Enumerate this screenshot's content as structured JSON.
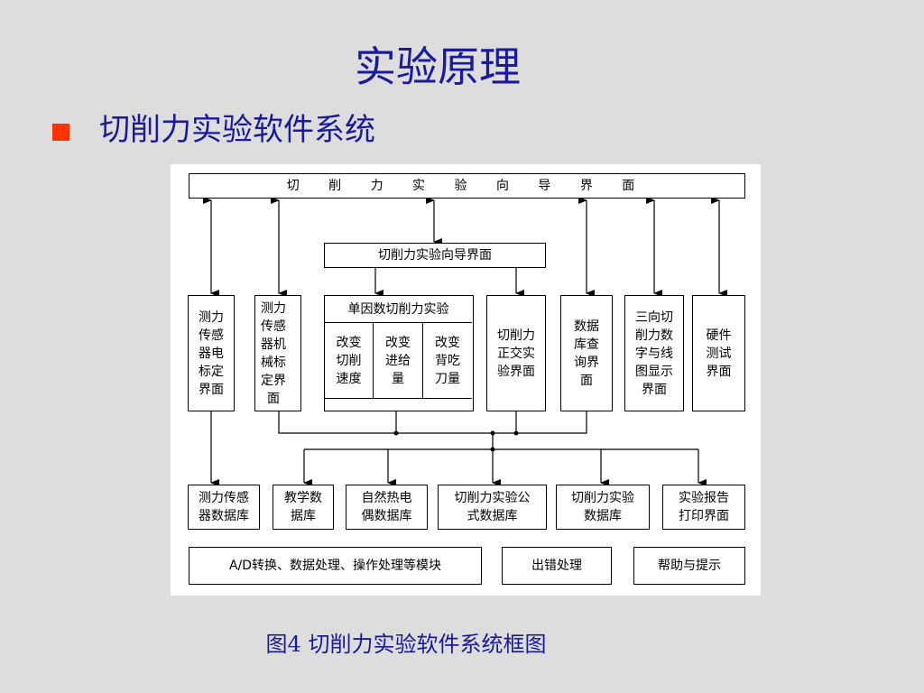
{
  "slide": {
    "title": "实验原理",
    "bullet": "切削力实验软件系统",
    "caption": "图4 切削力实验软件系统框图"
  },
  "diagram": {
    "top_bar": "切 削 力 实 验 向 导 界 面",
    "sub_wizard": "切削力实验向导界面",
    "modules": {
      "calibration": "测力\n传感\n器电\n标定\n界面",
      "mechanical": "测力\n传感\n器机\n械标\n定界\n面",
      "single_factor": {
        "title": "单因数切削力实验",
        "speed": "改变\n切削\n速度",
        "feed": "改变\n进给\n量",
        "depth": "改变\n背吃\n刀量"
      },
      "orthogonal": "切削力\n正交实\n验界面",
      "db_query": "数据\n库查\n询界\n面",
      "graph_display": "三向切\n削力数\n字与线\n图显示\n界面",
      "hardware_test": "硬件\n测试\n界面"
    },
    "databases": {
      "sensor_db": "测力传感\n器数据库",
      "teaching_db": "教学数\n据库",
      "thermo_db": "自然热电\n偶数据库",
      "formula_db": "切削力实验公\n式数据库",
      "experiment_db": "切削力实验\n数据库",
      "report": "实验报告\n打印界面"
    },
    "bottom": {
      "ad_module": "A/D转换、数据处理、操作处理等模块",
      "error": "出错处理",
      "help": "帮助与提示"
    }
  }
}
